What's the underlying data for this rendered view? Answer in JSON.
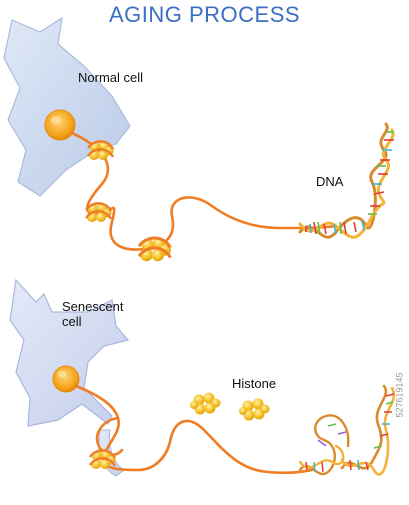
{
  "title": "AGING PROCESS",
  "labels": {
    "normal_cell": "Normal cell",
    "dna": "DNA",
    "senescent_cell_line1": "Senescent",
    "senescent_cell_line2": "cell",
    "histone": "Histone"
  },
  "stock_id": "527619145",
  "colors": {
    "title": "#3b6fc4",
    "normal_cell": "#c7d7ee",
    "senescent_cell": "#d3dbf0",
    "nucleus": "#f6a71d",
    "dna_strand": "#f07c23",
    "histone": "#f6c32c"
  }
}
